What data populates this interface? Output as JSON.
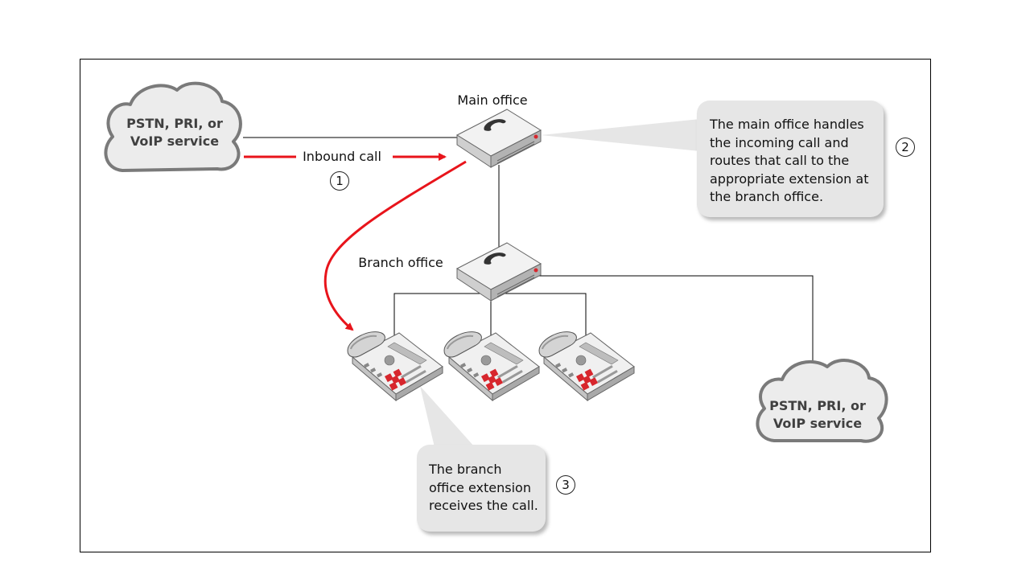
{
  "clouds": {
    "top_left": {
      "line1": "PSTN, PRI, or",
      "line2": "VoIP service"
    },
    "bottom_right": {
      "line1": "PSTN, PRI, or",
      "line2": "VoIP service"
    }
  },
  "labels": {
    "main_office": "Main office",
    "branch_office": "Branch office",
    "inbound_call": "Inbound call"
  },
  "steps": [
    "1",
    "2",
    "3"
  ],
  "callouts": {
    "main": [
      "The main office handles",
      "the incoming call and",
      "routes that call to the",
      "appropriate extension at",
      "the branch office."
    ],
    "branch": [
      "The branch",
      "office extension",
      "receives the call."
    ]
  },
  "colors": {
    "call_path": "#e8141b",
    "bubble": "#e6e6e6",
    "cloud_fill": "#ececec",
    "cloud_stroke": "#7a7a7a"
  }
}
